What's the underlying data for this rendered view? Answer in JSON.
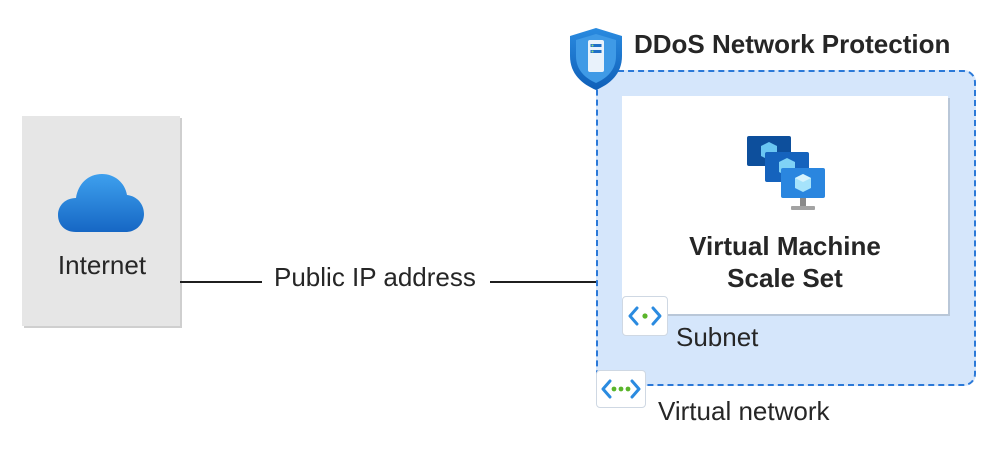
{
  "internet": {
    "label": "Internet",
    "icon": "cloud-icon"
  },
  "connection": {
    "label": "Public IP address"
  },
  "protection": {
    "title": "DDoS Network Protection",
    "icon": "shield-icon"
  },
  "vmss": {
    "title_line1": "Virtual Machine",
    "title_line2": "Scale Set",
    "icon": "virtual-machine-scale-set-icon"
  },
  "subnet": {
    "label": "Subnet",
    "icon": "subnet-icon"
  },
  "vnet": {
    "label": "Virtual network",
    "icon": "virtual-network-icon"
  },
  "colors": {
    "vnet_fill": "#d5e6fb",
    "vnet_border": "#2b79d8",
    "cloud_blue": "#1e7fd6",
    "shield_blue": "#1874cf",
    "dot_green": "#5ab52a"
  }
}
